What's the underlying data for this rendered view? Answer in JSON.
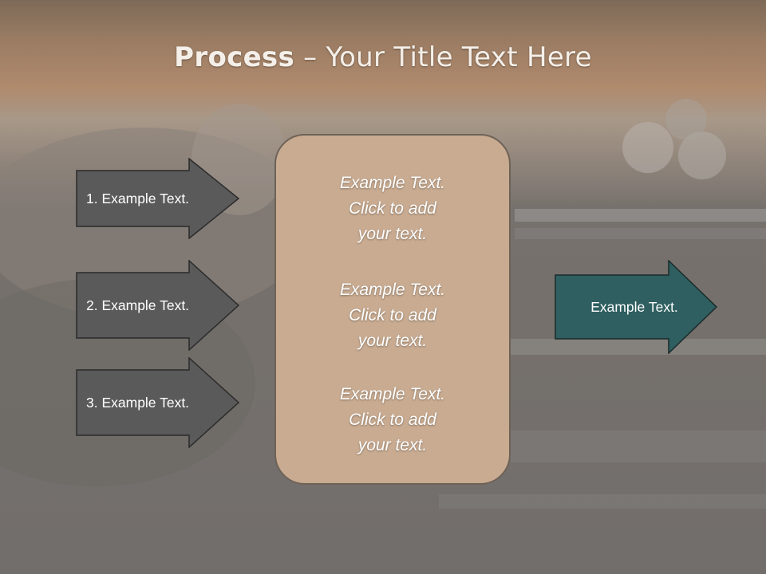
{
  "slide": {
    "title_bold": "Process",
    "title_rest": " – Your Title Text Here"
  },
  "steps": [
    {
      "label": "1. Example Text."
    },
    {
      "label": "2. Example Text."
    },
    {
      "label": "3. Example Text."
    }
  ],
  "center_blocks": [
    {
      "text": "Example Text.\nClick  to add\nyour text."
    },
    {
      "text": "Example Text.\nClick  to add\nyour text."
    },
    {
      "text": "Example Text.\nClick  to add\nyour text."
    }
  ],
  "result": {
    "label": "Example Text."
  },
  "colors": {
    "step_arrow": "#5a5a5a",
    "result_arrow": "#2f5f60",
    "center_box": "#c8ab91",
    "title_band": "#a8836a"
  }
}
